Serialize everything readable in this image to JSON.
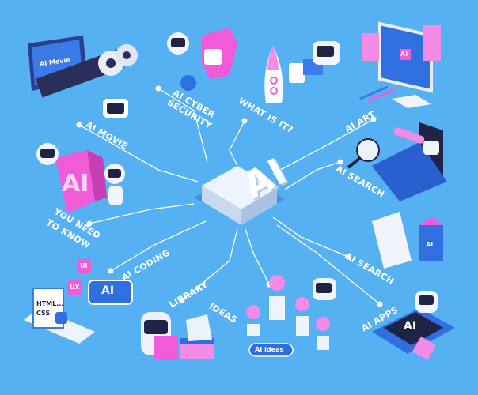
{
  "center": {
    "title": "AI"
  },
  "labels": {
    "ai_movie": "AI MOVIE",
    "ai_cyber_security_1": "AI CYBER",
    "ai_cyber_security_2": "SECURITY",
    "what_is_it": "WHAT IS IT?",
    "ai_art": "AI ART",
    "ai_search_upper": "AI SEARCH",
    "you_need_1": "YOU NEED",
    "you_need_2": "TO KNOW",
    "ai_coding": "AI CODING",
    "library": "LIBRARY",
    "ideas": "IDEAS",
    "ai_search_lower": "AI SEARCH",
    "ai_apps": "AI APPS"
  },
  "illustration_text": {
    "movie_screen": "AI Movie",
    "coding_box": "AI",
    "code_window_1": "HTML...",
    "code_window_2": "CSS",
    "ui_tag": "UI",
    "ux_tag": "UX",
    "ideas_badge": "AI Ideas",
    "monitor_ai": "AI",
    "phone_ai": "AI",
    "mail_ai": "AI",
    "big_ai": "AI"
  },
  "colors": {
    "background": "#55b1f1",
    "accent_pink": "#f25bd8",
    "accent_blue": "#2f6fe0",
    "line": "#ffffff"
  }
}
